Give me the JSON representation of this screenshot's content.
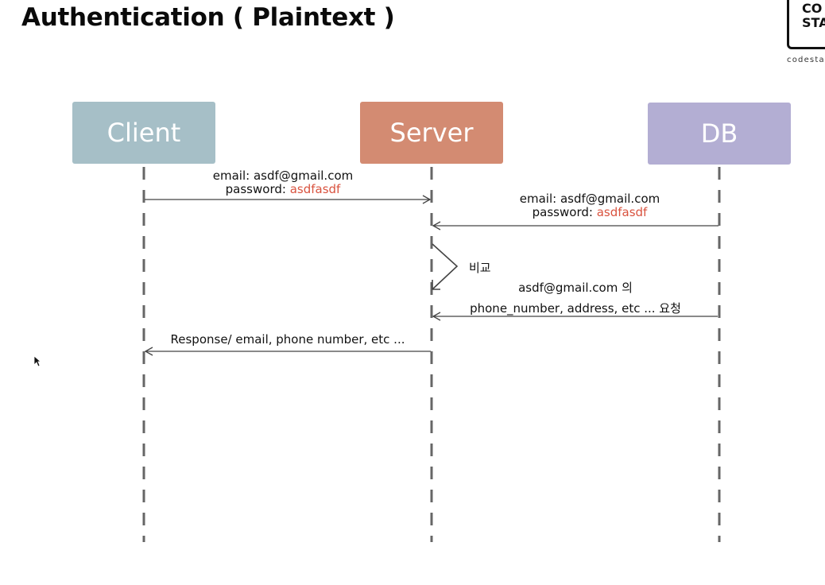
{
  "title": "Authentication ( Plaintext )",
  "logo": {
    "line1": "CO",
    "line2": "STA",
    "caption": "codesta"
  },
  "actors": [
    {
      "id": "client",
      "label": "Client",
      "color": "#a6bfc7"
    },
    {
      "id": "server",
      "label": "Server",
      "color": "#d38b72"
    },
    {
      "id": "db",
      "label": "DB",
      "color": "#b3aed3"
    }
  ],
  "colors": {
    "secret": "#d9533f",
    "lifeline": "#666666",
    "arrow": "#444444"
  },
  "messages": {
    "client_to_server": {
      "email_line": "email: asdf@gmail.com",
      "password_label": "password: ",
      "password_value": "asdfasdf"
    },
    "db_to_server": {
      "email_line": "email: asdf@gmail.com",
      "password_label": "password: ",
      "password_value": "asdfasdf"
    },
    "compare_note": "비교",
    "request": {
      "line1": "asdf@gmail.com 의",
      "line2": "phone_number, address, etc ... 요청"
    },
    "response": "Response/ email, phone number, etc ..."
  },
  "icons": {
    "compare": "self-loop-chevron-icon",
    "cursor": "mouse-pointer-icon"
  }
}
